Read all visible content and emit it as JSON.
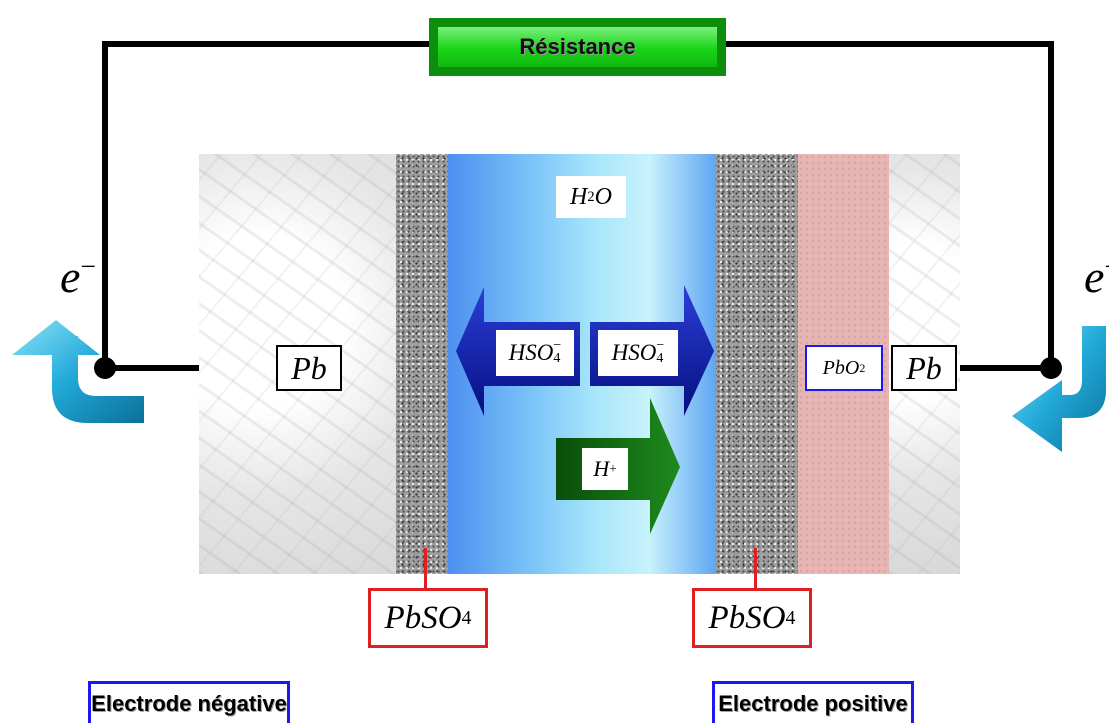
{
  "circuit": {
    "resistor_label": "Résistance",
    "electron_left": {
      "base": "e",
      "sup": "−"
    },
    "electron_right": {
      "base": "e",
      "sup": "−"
    }
  },
  "cell": {
    "water": {
      "base": "H",
      "sub": "2",
      "rest": "O"
    },
    "bisulfate_left": {
      "base": "HSO",
      "sub": "4",
      "sup": "−"
    },
    "bisulfate_right": {
      "base": "HSO",
      "sub": "4",
      "sup": "−"
    },
    "proton": {
      "base": "H",
      "sup": "+"
    },
    "lead_left": "Pb",
    "lead_right": "Pb",
    "lead_dioxide": {
      "base": "PbO",
      "sub": "2"
    },
    "sulfate_left": {
      "base": "PbSO",
      "sub": "4"
    },
    "sulfate_right": {
      "base": "PbSO",
      "sub": "4"
    }
  },
  "captions": {
    "negative": "Electrode négative",
    "positive": "Electrode positive"
  },
  "colors": {
    "resistor_green": "#18d418",
    "wire": "#000000",
    "arrow_blue": "#0a1aa0",
    "arrow_green": "#0f6e0f",
    "sulfate_box_border": "#e02020",
    "caption_border": "#1a1aee",
    "electrolyte_blue": "#78c2f8",
    "lead_dioxide_pink": "#e8b5b5"
  }
}
